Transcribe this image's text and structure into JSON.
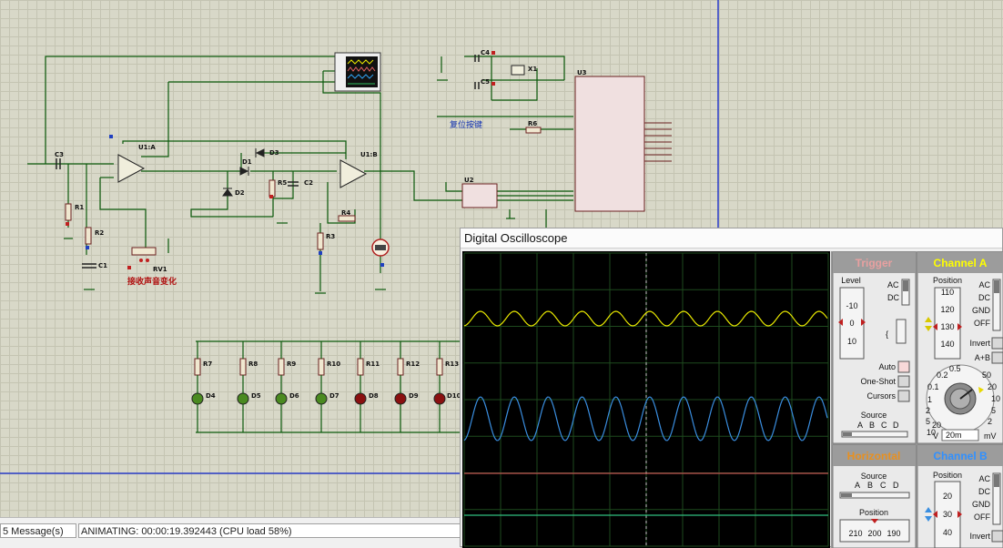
{
  "schematic": {
    "labels": {
      "c3": "C3",
      "r1": "R1",
      "r2": "R2",
      "c1": "C1",
      "rv1": "RV1",
      "u1a": "U1:A",
      "u1b": "U1:B",
      "d1": "D1",
      "d2": "D2",
      "d3": "D3",
      "r5": "R5",
      "c2": "C2",
      "r4": "R4",
      "r3": "R3",
      "u2": "U2",
      "u3": "U3",
      "c4": "C4",
      "c5": "C5",
      "x1": "X1",
      "r6": "R6"
    },
    "led_bank": [
      {
        "r": "R7",
        "d": "D4"
      },
      {
        "r": "R8",
        "d": "D5"
      },
      {
        "r": "R9",
        "d": "D6"
      },
      {
        "r": "R10",
        "d": "D7"
      },
      {
        "r": "R11",
        "d": "D8"
      },
      {
        "r": "R12",
        "d": "D9"
      },
      {
        "r": "R13",
        "d": "D10"
      }
    ],
    "knob_caption": "接收声音变化",
    "reset_caption": "复位按键"
  },
  "statusbar": {
    "messages": "5 Message(s)",
    "animating": "ANIMATING: 00:00:19.392443 (CPU load 58%)"
  },
  "oscilloscope": {
    "title": "Digital Oscilloscope",
    "trigger": {
      "header": "Trigger",
      "level_label": "Level",
      "level_ticks": [
        "-10",
        "0",
        "10"
      ],
      "coupling": [
        "AC",
        "DC"
      ],
      "buttons": [
        "Auto",
        "One-Shot",
        "Cursors"
      ],
      "source_label": "Source",
      "sources": [
        "A",
        "B",
        "C",
        "D"
      ]
    },
    "channel_a": {
      "header": "Channel A",
      "position_label": "Position",
      "position_ticks": [
        "110",
        "120",
        "130",
        "140"
      ],
      "position_value": 130,
      "coupling": [
        "AC",
        "DC",
        "GND",
        "OFF"
      ],
      "invert_label": "Invert",
      "aplusb_label": "A+B",
      "dial_ticks": [
        "0.5",
        "0.2",
        "0.1",
        "50",
        "20",
        "10",
        "5",
        "2",
        "1",
        "2",
        "5",
        "10",
        "20"
      ],
      "dial_units": [
        "V",
        "mV"
      ],
      "dial_value": "20m"
    },
    "horizontal": {
      "header": "Horizontal",
      "source_label": "Source",
      "sources": [
        "A",
        "B",
        "C",
        "D"
      ],
      "position_label": "Position",
      "position_ticks": [
        "210",
        "200",
        "190"
      ]
    },
    "channel_b": {
      "header": "Channel B",
      "position_label": "Position",
      "position_ticks": [
        "20",
        "30",
        "40"
      ],
      "coupling": [
        "AC",
        "DC",
        "GND",
        "OFF"
      ],
      "invert_label": "Invert"
    },
    "colors": {
      "trigger_header": "#e8a0a0",
      "channel_a_header": "#ffff00",
      "horizontal_header": "#e89020",
      "channel_b_header": "#3090ff",
      "trace_a": "#e8e800",
      "trace_b": "#3a8ee0",
      "trace_c": "#c05050",
      "trace_d": "#30c080",
      "grid": "#1e4a1e"
    }
  }
}
